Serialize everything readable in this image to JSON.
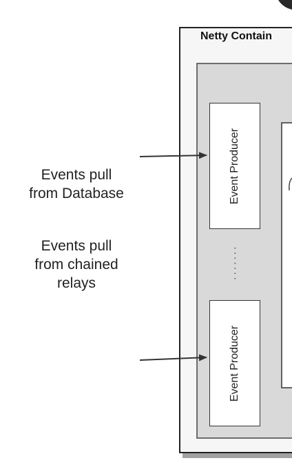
{
  "diagram": {
    "container_title": "Netty Contain",
    "producers": [
      {
        "label": "Event Producer"
      },
      {
        "label": "Event Producer"
      }
    ],
    "inputs": [
      {
        "label": "Events pull\nfrom Database"
      },
      {
        "label": "Events pull\nfrom chained\nrelays"
      }
    ],
    "ellipsis": "·······"
  },
  "colors": {
    "container_border": "#222222",
    "inner_panel_fill": "#d9d9d9",
    "producer_fill": "#ffffff",
    "arrow": "#333333"
  }
}
